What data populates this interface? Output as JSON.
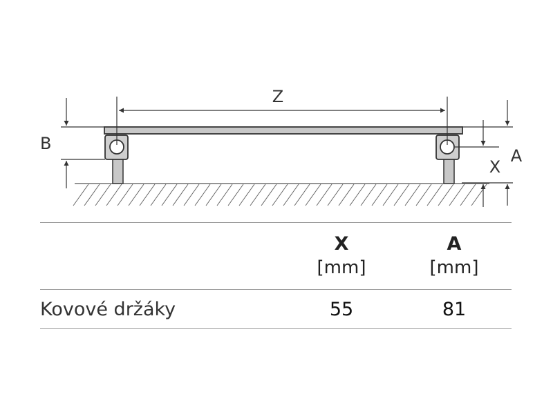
{
  "diagram": {
    "labels": {
      "z": "Z",
      "b": "B",
      "x": "X",
      "a": "A"
    },
    "colors": {
      "line": "#333333",
      "bar_fill": "#c8c8c8",
      "bracket_fill": "#cfcfcf",
      "hatch": "#555555"
    }
  },
  "table": {
    "columns": [
      {
        "name": "X",
        "unit": "[mm]"
      },
      {
        "name": "A",
        "unit": "[mm]"
      }
    ],
    "rows": [
      {
        "label": "Kovové držáky",
        "x": "55",
        "a": "81"
      }
    ]
  }
}
